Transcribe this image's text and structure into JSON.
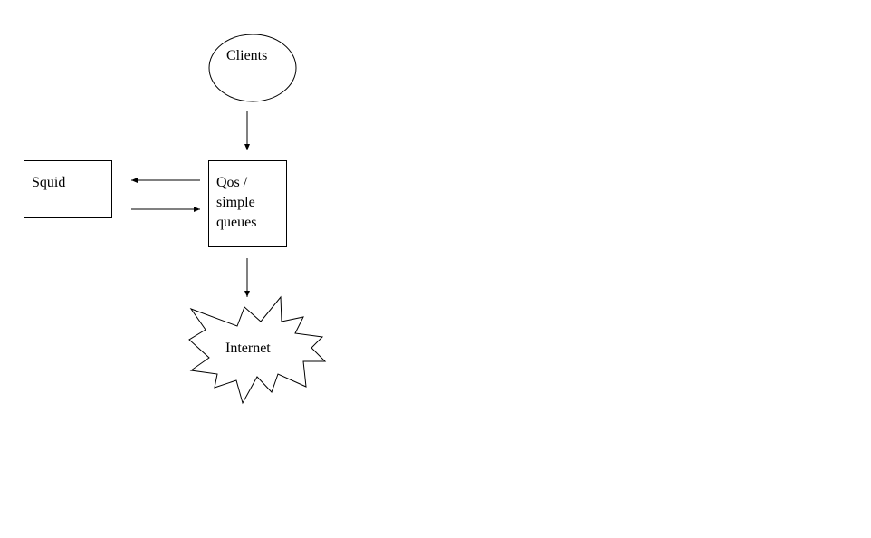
{
  "diagram": {
    "nodes": {
      "clients": {
        "label": "Clients",
        "shape": "ellipse"
      },
      "squid": {
        "label": "Squid",
        "shape": "rectangle"
      },
      "qos": {
        "label_lines": [
          "Qos /",
          "simple",
          "queues"
        ],
        "shape": "rectangle"
      },
      "internet": {
        "label": "Internet",
        "shape": "explosion"
      }
    },
    "edges": [
      {
        "from": "clients",
        "to": "qos"
      },
      {
        "from": "qos",
        "to": "squid"
      },
      {
        "from": "squid",
        "to": "qos"
      },
      {
        "from": "qos",
        "to": "internet"
      }
    ],
    "colors": {
      "stroke": "#000000",
      "fill": "#ffffff",
      "background": "#ffffff"
    }
  }
}
